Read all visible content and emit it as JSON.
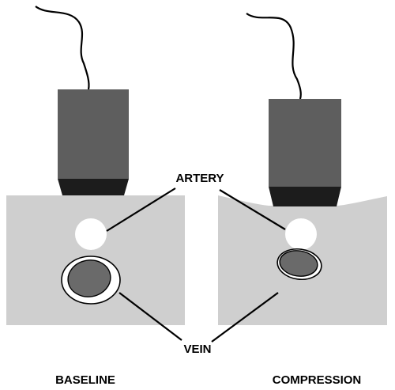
{
  "labels": {
    "artery": "ARTERY",
    "vein": "VEIN"
  },
  "captions": {
    "baseline": "BASELINE",
    "compression": "COMPRESSION"
  },
  "colors": {
    "tissue": "#cfcfcf",
    "probe_body": "#5e5e5e",
    "probe_tip": "#1c1c1c",
    "artery_lumen": "#ffffff",
    "vein_lumen": "#6a6a6a",
    "vein_wall": "#ffffff",
    "line": "#000000"
  }
}
